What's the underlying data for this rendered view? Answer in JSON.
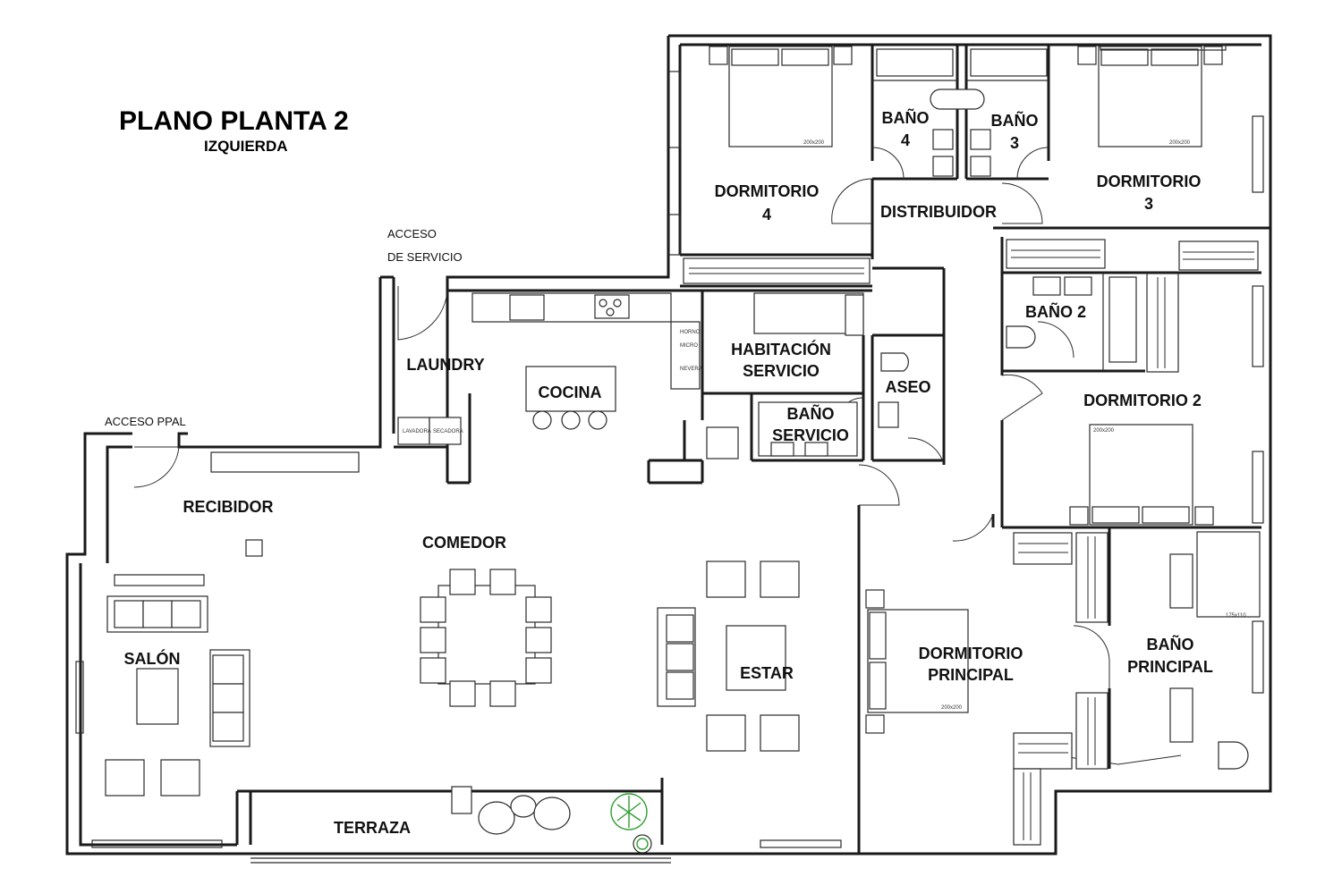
{
  "plan": {
    "title": "PLANO PLANTA 2",
    "subtitle": "IZQUIERDA"
  },
  "access": {
    "service_line1": "ACCESO",
    "service_line2": "DE SERVICIO",
    "main": "ACCESO PPAL"
  },
  "rooms": {
    "dormitorio4_l1": "DORMITORIO",
    "dormitorio4_l2": "4",
    "bano4_l1": "BAÑO",
    "bano4_l2": "4",
    "bano3_l1": "BAÑO",
    "bano3_l2": "3",
    "dormitorio3_l1": "DORMITORIO",
    "dormitorio3_l2": "3",
    "distribuidor": "DISTRIBUIDOR",
    "bano2": "BAÑO 2",
    "laundry": "LAUNDRY",
    "cocina": "COCINA",
    "habitacion_l1": "HABITACIÓN",
    "habitacion_l2": "SERVICIO",
    "aseo": "ASEO",
    "bano_servicio_l1": "BAÑO",
    "bano_servicio_l2": "SERVICIO",
    "dormitorio2": "DORMITORIO 2",
    "recibidor": "RECIBIDOR",
    "comedor": "COMEDOR",
    "salon": "SALÓN",
    "estar": "ESTAR",
    "dormitorio_principal_l1": "DORMITORIO",
    "dormitorio_principal_l2": "PRINCIPAL",
    "bano_principal_l1": "BAÑO",
    "bano_principal_l2": "PRINCIPAL",
    "terraza": "TERRAZA"
  },
  "bed_sizes": {
    "dormitorio4": "200x200",
    "dormitorio3": "200x200",
    "dormitorio2": "200x200",
    "principal": "200x200",
    "shower_principal": "175x110"
  },
  "appliances": {
    "horno": "HORNO",
    "micro": "MICRO",
    "nevera": "NEVERA",
    "lavadora": "LAVADORA",
    "secadora": "SECADORA"
  }
}
